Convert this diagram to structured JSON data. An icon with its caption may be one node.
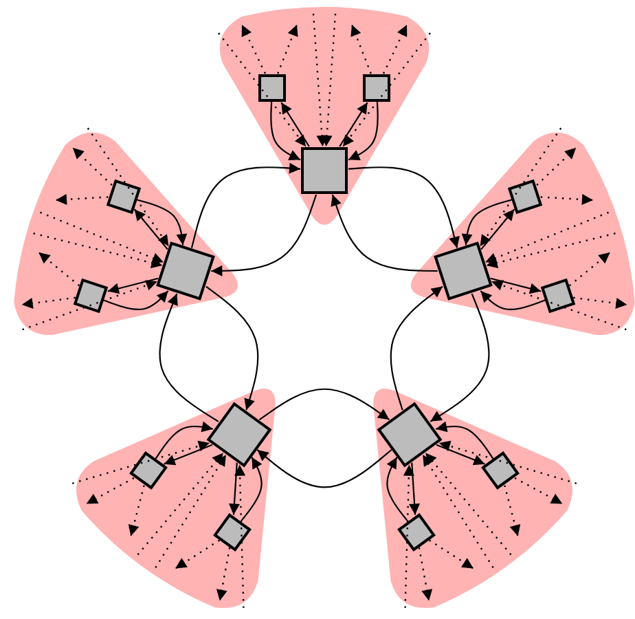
{
  "diagram": {
    "nodes": [
      {
        "text": [],
        "shape": "band"
      },
      {
        "text": [],
        "shape": "box",
        "in": 0
      },
      {
        "text": [],
        "shape": "box",
        "in": 0
      },
      {
        "text": [],
        "shape": "box",
        "in": 0
      },
      {
        "text": [],
        "shape": "band"
      },
      {
        "text": [],
        "shape": "box",
        "in": 4
      },
      {
        "text": [],
        "shape": "box",
        "in": 4
      },
      {
        "text": [],
        "shape": "box",
        "in": 4
      },
      {
        "text": [],
        "shape": "band"
      },
      {
        "text": [],
        "shape": "box",
        "in": 8
      },
      {
        "text": [],
        "shape": "box",
        "in": 8
      },
      {
        "text": [],
        "shape": "box",
        "in": 8
      },
      {
        "text": [],
        "shape": "band"
      },
      {
        "text": [],
        "shape": "box",
        "in": 12
      },
      {
        "text": [],
        "shape": "box",
        "in": 12
      },
      {
        "text": [],
        "shape": "box",
        "in": 12
      },
      {
        "text": [],
        "shape": "band"
      },
      {
        "text": [],
        "shape": "box",
        "in": 16
      },
      {
        "text": [],
        "shape": "box",
        "in": 16
      },
      {
        "text": [],
        "shape": "box",
        "in": 16
      }
    ],
    "edges": [
      {
        "from": 1,
        "to": 2,
        "arrow": "to"
      },
      {
        "from": 2,
        "to": 1,
        "arrow": "to"
      },
      {
        "from": 1,
        "to": 3,
        "arrow": "to"
      },
      {
        "from": 3,
        "to": 1,
        "arrow": "to"
      },
      {
        "from": 2,
        "to": null,
        "arrow": "to",
        "style": "dashed"
      },
      {
        "from": 2,
        "to": null,
        "arrow": "to",
        "style": "dashed"
      },
      {
        "from": 3,
        "to": null,
        "arrow": "to",
        "style": "dashed"
      },
      {
        "from": 3,
        "to": null,
        "arrow": "to",
        "style": "dashed"
      },
      {
        "from": null,
        "to": 1,
        "arrow": "to",
        "style": "dashed"
      },
      {
        "from": null,
        "to": 1,
        "arrow": "to",
        "style": "dashed"
      },
      {
        "from": null,
        "to": 1,
        "arrow": "to",
        "style": "dashed"
      },
      {
        "from": null,
        "to": 1,
        "arrow": "to",
        "style": "dashed"
      },
      {
        "from": 5,
        "to": 6,
        "arrow": "to"
      },
      {
        "from": 6,
        "to": 5,
        "arrow": "to"
      },
      {
        "from": 5,
        "to": 7,
        "arrow": "to"
      },
      {
        "from": 7,
        "to": 5,
        "arrow": "to"
      },
      {
        "from": 6,
        "to": null,
        "arrow": "to",
        "style": "dashed"
      },
      {
        "from": 6,
        "to": null,
        "arrow": "to",
        "style": "dashed"
      },
      {
        "from": 7,
        "to": null,
        "arrow": "to",
        "style": "dashed"
      },
      {
        "from": 7,
        "to": null,
        "arrow": "to",
        "style": "dashed"
      },
      {
        "from": null,
        "to": 5,
        "arrow": "to",
        "style": "dashed"
      },
      {
        "from": null,
        "to": 5,
        "arrow": "to",
        "style": "dashed"
      },
      {
        "from": null,
        "to": 5,
        "arrow": "to",
        "style": "dashed"
      },
      {
        "from": null,
        "to": 5,
        "arrow": "to",
        "style": "dashed"
      },
      {
        "from": 9,
        "to": 10,
        "arrow": "to"
      },
      {
        "from": 10,
        "to": 9,
        "arrow": "to"
      },
      {
        "from": 9,
        "to": 11,
        "arrow": "to"
      },
      {
        "from": 11,
        "to": 9,
        "arrow": "to"
      },
      {
        "from": 10,
        "to": null,
        "arrow": "to",
        "style": "dashed"
      },
      {
        "from": 10,
        "to": null,
        "arrow": "to",
        "style": "dashed"
      },
      {
        "from": 11,
        "to": null,
        "arrow": "to",
        "style": "dashed"
      },
      {
        "from": 11,
        "to": null,
        "arrow": "to",
        "style": "dashed"
      },
      {
        "from": null,
        "to": 9,
        "arrow": "to",
        "style": "dashed"
      },
      {
        "from": null,
        "to": 9,
        "arrow": "to",
        "style": "dashed"
      },
      {
        "from": null,
        "to": 9,
        "arrow": "to",
        "style": "dashed"
      },
      {
        "from": null,
        "to": 9,
        "arrow": "to",
        "style": "dashed"
      },
      {
        "from": 13,
        "to": 14,
        "arrow": "to"
      },
      {
        "from": 14,
        "to": 13,
        "arrow": "to"
      },
      {
        "from": 13,
        "to": 15,
        "arrow": "to"
      },
      {
        "from": 15,
        "to": 13,
        "arrow": "to"
      },
      {
        "from": 14,
        "to": null,
        "arrow": "to",
        "style": "dashed"
      },
      {
        "from": 14,
        "to": null,
        "arrow": "to",
        "style": "dashed"
      },
      {
        "from": 15,
        "to": null,
        "arrow": "to",
        "style": "dashed"
      },
      {
        "from": 15,
        "to": null,
        "arrow": "to",
        "style": "dashed"
      },
      {
        "from": null,
        "to": 13,
        "arrow": "to",
        "style": "dashed"
      },
      {
        "from": null,
        "to": 13,
        "arrow": "to",
        "style": "dashed"
      },
      {
        "from": null,
        "to": 13,
        "arrow": "to",
        "style": "dashed"
      },
      {
        "from": null,
        "to": 13,
        "arrow": "to",
        "style": "dashed"
      },
      {
        "from": 17,
        "to": 18,
        "arrow": "to"
      },
      {
        "from": 18,
        "to": 17,
        "arrow": "to"
      },
      {
        "from": 17,
        "to": 19,
        "arrow": "to"
      },
      {
        "from": 19,
        "to": 17,
        "arrow": "to"
      },
      {
        "from": 18,
        "to": null,
        "arrow": "to",
        "style": "dashed"
      },
      {
        "from": 18,
        "to": null,
        "arrow": "to",
        "style": "dashed"
      },
      {
        "from": 19,
        "to": null,
        "arrow": "to",
        "style": "dashed"
      },
      {
        "from": 19,
        "to": null,
        "arrow": "to",
        "style": "dashed"
      },
      {
        "from": null,
        "to": 17,
        "arrow": "to",
        "style": "dashed"
      },
      {
        "from": null,
        "to": 17,
        "arrow": "to",
        "style": "dashed"
      },
      {
        "from": null,
        "to": 17,
        "arrow": "to",
        "style": "dashed"
      },
      {
        "from": null,
        "to": 17,
        "arrow": "to",
        "style": "dashed"
      },
      {
        "from": 1,
        "to": 9,
        "arrow": "to"
      },
      {
        "from": 9,
        "to": 1,
        "arrow": "to"
      },
      {
        "from": 9,
        "to": 17,
        "arrow": "to"
      },
      {
        "from": 17,
        "to": 9,
        "arrow": "to"
      },
      {
        "from": 17,
        "to": 13,
        "arrow": "to"
      },
      {
        "from": 13,
        "to": 17,
        "arrow": "to"
      },
      {
        "from": 13,
        "to": 5,
        "arrow": "to"
      },
      {
        "from": 5,
        "to": 13,
        "arrow": "to"
      },
      {
        "from": 5,
        "to": 1,
        "arrow": "to"
      },
      {
        "from": 1,
        "to": 5,
        "arrow": "to"
      }
    ]
  }
}
